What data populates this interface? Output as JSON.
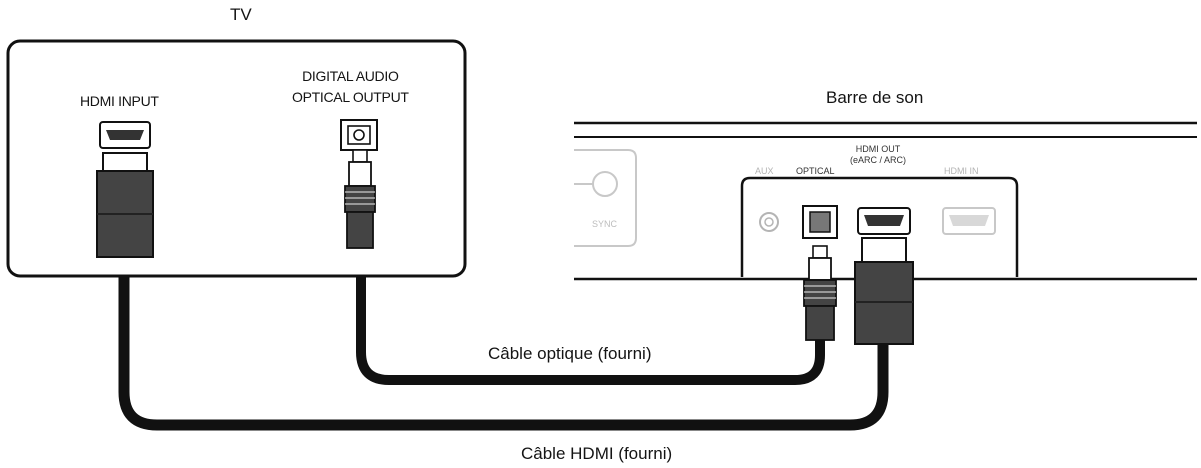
{
  "tv": {
    "title": "TV",
    "hdmi_input_label": "HDMI INPUT",
    "optical_output_line1": "DIGITAL AUDIO",
    "optical_output_line2": "OPTICAL OUTPUT"
  },
  "soundbar": {
    "title": "Barre de son",
    "aux_label": "AUX",
    "optical_label": "OPTICAL",
    "hdmi_out_line1": "HDMI OUT",
    "hdmi_out_line2": "(eARC / ARC)",
    "hdmi_in_label": "HDMI IN",
    "sync_label": "SYNC"
  },
  "cables": {
    "optical": "Câble optique (fourni)",
    "hdmi": "Câble HDMI (fourni)"
  },
  "colors": {
    "outline": "#111111",
    "cable": "#111111",
    "connector_fill": "#444444",
    "faded": "#b4b4b4"
  }
}
